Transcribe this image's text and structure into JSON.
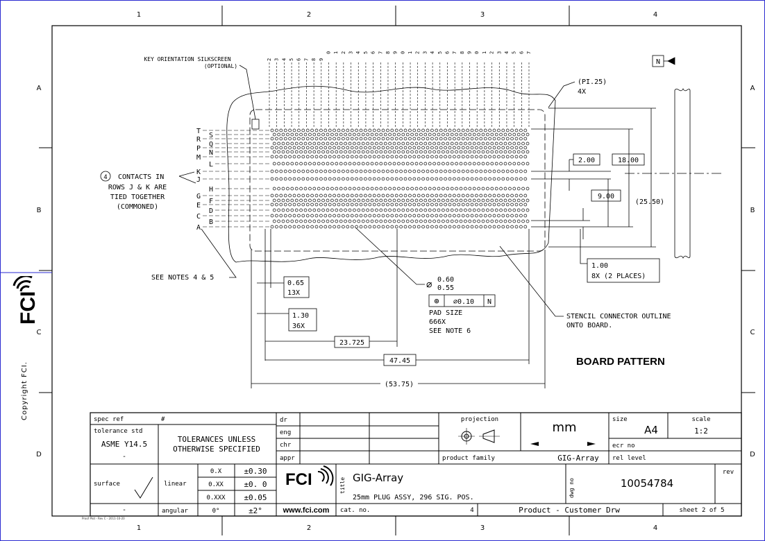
{
  "grid": {
    "columns": [
      "1",
      "2",
      "3",
      "4"
    ],
    "rows": [
      "A",
      "B",
      "C",
      "D"
    ]
  },
  "copyright": "Copyright FCI.",
  "footer_tiny": "Proof Plot - Rev C - 2011-10-20",
  "drawing": {
    "key_orientation_note": [
      "KEY ORIENTATION SILKSCREEN",
      "(OPTIONAL)"
    ],
    "column_numbers_left": [
      "2",
      "3",
      "4",
      "5",
      "6",
      "7",
      "8",
      "9"
    ],
    "column_numbers_right": [
      "0",
      "1",
      "2",
      "3",
      "4",
      "5",
      "6",
      "7",
      "8",
      "9",
      "0",
      "1",
      "2",
      "3",
      "4",
      "5",
      "6",
      "7",
      "8",
      "9",
      "0",
      "1",
      "2",
      "3",
      "4",
      "5",
      "6",
      "7"
    ],
    "row_letters_outer": [
      "T",
      "R",
      "P",
      "M",
      "K",
      "J",
      "G",
      "E",
      "C",
      "A"
    ],
    "row_letters_inner": [
      "S",
      "Q",
      "N",
      "L",
      "H",
      "F",
      "D",
      "B"
    ],
    "contacts_note": [
      "CONTACTS IN",
      "ROWS J & K ARE",
      "TIED TOGETHER",
      "(COMMONED)"
    ],
    "contacts_note_number": "4",
    "see_notes_4_5": "SEE NOTES 4 & 5",
    "pi_note": [
      "(PI.25)",
      "4X"
    ],
    "datum_n": "N",
    "dim_2_00": "2.00",
    "dim_18_00": "18.00",
    "dim_9_00": "9.00",
    "dim_25_50": "(25.50)",
    "dim_1_00": [
      "1.00",
      "8X (2 PLACES)"
    ],
    "dim_0_65": [
      "0.65",
      "13X"
    ],
    "dim_1_30": [
      "1.30",
      "36X"
    ],
    "dim_23_725": "23.725",
    "dim_47_45": "47.45",
    "dim_53_75": "(53.75)",
    "pad_dia": [
      "0.60",
      "0.55"
    ],
    "diameter_symbol": "⌀",
    "fcf": [
      "⊕",
      "⌀0.10",
      "N"
    ],
    "pad_size_note": [
      "PAD SIZE",
      "666X",
      "SEE NOTE 6"
    ],
    "stencil_note": [
      "STENCIL CONNECTOR OUTLINE",
      "ONTO BOARD."
    ],
    "board_pattern": "BOARD PATTERN"
  },
  "title_block": {
    "spec_ref_label": "spec ref",
    "spec_ref_value": "#",
    "tolerance_std_label": "tolerance std",
    "tolerance_std_value": "ASME Y14.5",
    "tolerance_std_dash": "-",
    "tolerances_text": [
      "TOLERANCES UNLESS",
      "OTHERWISE SPECIFIED"
    ],
    "surface_label": "surface",
    "surface_dash": "-",
    "linear_label": "linear",
    "angular_label": "angular",
    "tol_rows": [
      {
        "fmt": "0.X",
        "tol": "±0.30"
      },
      {
        "fmt": "0.XX",
        "tol": "±0. 0"
      },
      {
        "fmt": "0.XXX",
        "tol": "±0.05"
      }
    ],
    "angular_fmt": "0°",
    "angular_tol": "±2°",
    "approvals": [
      "dr",
      "eng",
      "chr",
      "appr"
    ],
    "projection_label": "projection",
    "units": "mm",
    "product_family_label": "product family",
    "product_family_value": "GIG-Array",
    "size_label": "size",
    "size_value": "A4",
    "scale_label": "scale",
    "scale_value": "1:2",
    "ecr_label": "ecr no",
    "rel_level_label": "rel level",
    "logo_text": "FCI",
    "website": "www.fci.com",
    "title_label": "title",
    "title_main": "GIG-Array",
    "title_sub": "25mm PLUG ASSY, 296 SIG. POS.",
    "dwg_no_label": "dwg no",
    "dwg_no_value": "10054784",
    "rev_label": "rev",
    "cat_no_label": "cat. no.",
    "cat_no_mark": "4",
    "doc_type": "Product - Customer Drw",
    "sheet": "sheet 2 of 5"
  }
}
